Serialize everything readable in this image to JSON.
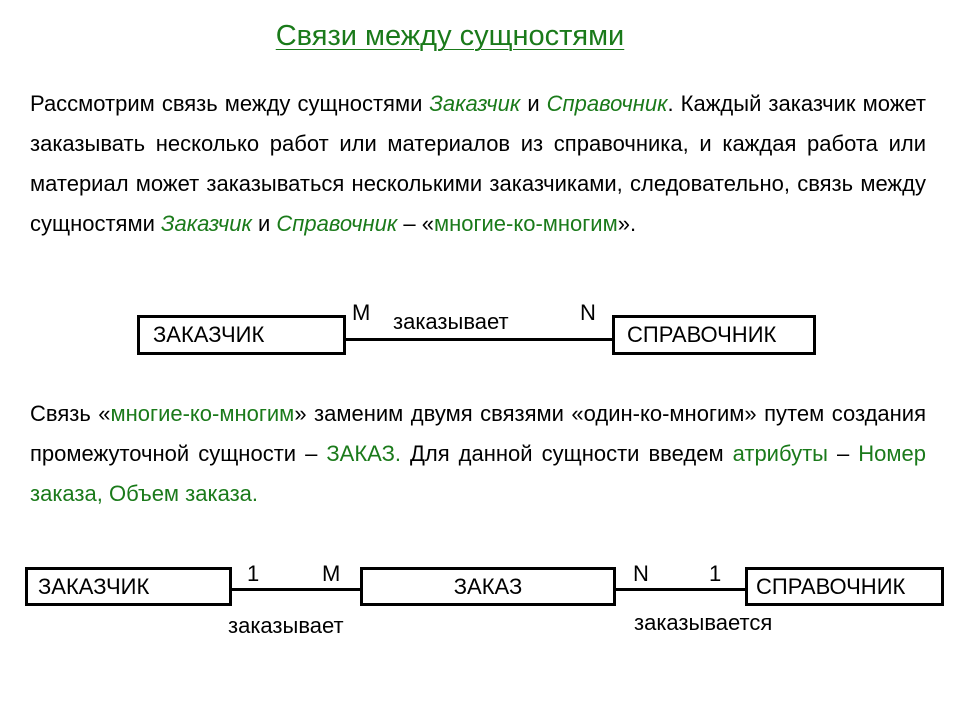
{
  "title": "Связи между сущностями",
  "paragraph1": {
    "t1": "Рассмотрим связь между сущностями ",
    "customer": "Заказчик",
    "t2": " и ",
    "directory": "Справочник",
    "t3": ". Каждый заказчик  может заказывать несколько работ или материалов из справочника, и каждая работа или материал может заказываться несколькими заказчиками, следовательно, связь между сущностями ",
    "customer2": "Заказчик",
    "t4": " и ",
    "directory2": "Справочник",
    "t5": " – «",
    "mtm": "многие-ко-многим",
    "t6": "»."
  },
  "diagram1": {
    "left_entity": "ЗАКАЗЧИК",
    "right_entity": "СПРАВОЧНИК",
    "left_card": "M",
    "right_card": "N",
    "relation": "заказывает"
  },
  "paragraph2": {
    "t1": "Связь «",
    "mtm": "многие-ко-многим",
    "t2": "» заменим двумя связями «один-ко-многим» путем создания промежуточной сущности – ",
    "order": "ЗАКАЗ.",
    "t3": " Для данной сущности введем ",
    "attrs": "атрибуты",
    "t4": " – ",
    "attr_list": "Номер заказа, Объем заказа."
  },
  "diagram2": {
    "left_entity": "ЗАКАЗЧИК",
    "middle_entity": "ЗАКАЗ",
    "right_entity": "СПРАВОЧНИК",
    "card1": "1",
    "card2": "M",
    "card3": "N",
    "card4": "1",
    "relation_left": "заказывает",
    "relation_right": "заказывается"
  },
  "colors": {
    "green_text": "#1a7a1a",
    "text": "#000000",
    "border": "#000000"
  }
}
